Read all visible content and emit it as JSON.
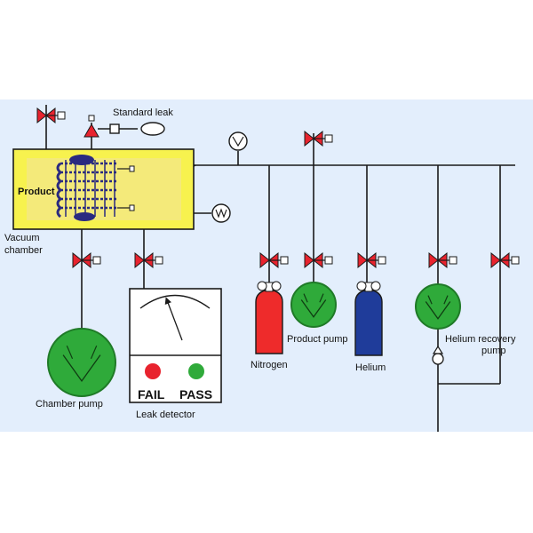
{
  "labels": {
    "standard_leak": "Standard leak",
    "product": "Product",
    "vacuum_chamber_line1": "Vacuum",
    "vacuum_chamber_line2": "chamber",
    "chamber_pump": "Chamber pump",
    "leak_detector": "Leak detector",
    "fail": "FAIL",
    "pass": "PASS",
    "nitrogen": "Nitrogen",
    "product_pump": "Product pump",
    "helium": "Helium",
    "helium_recovery_line1": "Helium recovery",
    "helium_recovery_line2": "pump"
  },
  "colors": {
    "background": "#e3eefc",
    "line": "#1a1a1a",
    "valve": "#e8232e",
    "chamber_fill": "#f7f24e",
    "chamber_inner": "#f4ea7a",
    "pump": "#2faa3a",
    "pump_dark": "#1f7a27",
    "nitrogen_cylinder": "#ee2b2b",
    "helium_cylinder": "#1f3c9a",
    "fail_light": "#e8232e",
    "pass_light": "#2faa3a",
    "product_coil": "#2a2a80"
  },
  "icons": [
    "valve-icon",
    "pump-icon",
    "gauge-icon",
    "gas-cylinder-icon",
    "check-valve-icon",
    "meter-needle-icon"
  ]
}
